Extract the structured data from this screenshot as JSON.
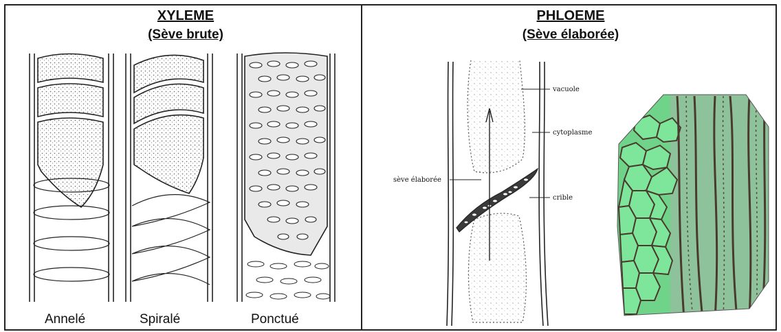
{
  "xylem": {
    "title": "XYLEME",
    "subtitle": "(Sève brute)",
    "captions": [
      "Annelé",
      "Spiralé",
      "Ponctué"
    ]
  },
  "phloem": {
    "title": "PHLOEME",
    "subtitle": "(Sève élaborée)",
    "labels": {
      "vacuole": "vacuole",
      "cytoplasm": "cytoplasme",
      "sap": "sève élaborée",
      "sieve": "crible"
    }
  },
  "colors": {
    "ink": "#222222",
    "stipple": "#777777",
    "micrograph_cells": "#6fd489",
    "micrograph_walls": "#4a3a2e"
  }
}
